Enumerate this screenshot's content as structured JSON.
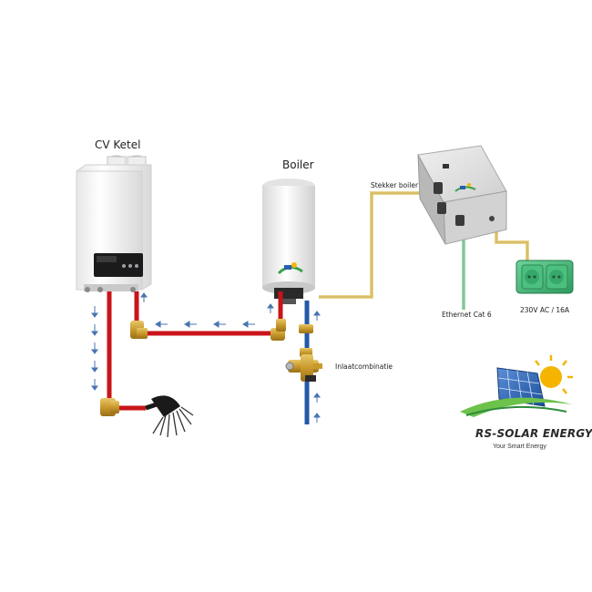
{
  "labels": {
    "cv_ketel": "CV Ketel",
    "boiler": "Boiler",
    "stekker_boiler": "Stekker boiler",
    "ethernet": "Ethernet Cat 6",
    "power": "230V AC / 16A",
    "inlaat": "Inlaatcombinatie"
  },
  "brand": {
    "name": "RS-SOLAR ENERGY",
    "tagline": "Your Smart Energy"
  },
  "colors": {
    "hot_pipe": "#c8141a",
    "cold_pipe": "#2458a8",
    "cable_yellow": "#e8d38a",
    "cable_green": "#9fd8b0",
    "flow_arrow": "#4a74b0",
    "socket_green": "#3cb878"
  }
}
